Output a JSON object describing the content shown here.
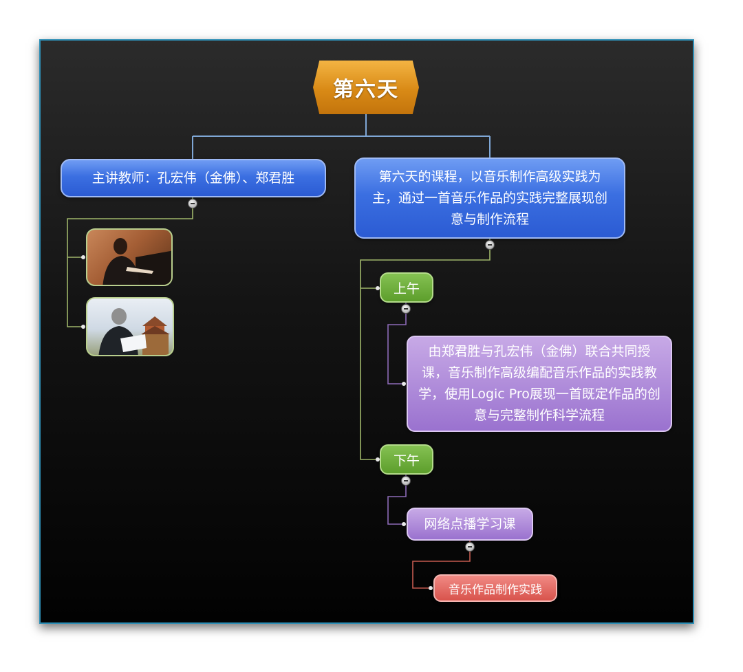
{
  "root": {
    "label": "第六天"
  },
  "teacher": {
    "label": "主讲教师：孔宏伟（金佛）、郑君胜"
  },
  "course": {
    "label": "第六天的课程，以音乐制作高级实践为主，通过一首音乐作品的实践完整展现创意与制作流程"
  },
  "morning": {
    "label": "上午",
    "description": "由郑君胜与孔宏伟（金佛）联合共同授课，音乐制作高级编配音乐作品的实践教学，使用Logic Pro展现一首既定作品的创意与完整制作科学流程"
  },
  "afternoon": {
    "label": "下午",
    "online": "网络点播学习课",
    "practice": "音乐作品制作实践"
  },
  "colors": {
    "root": "#d98a16",
    "blue_node": "#3b6fe1",
    "green_node": "#5d9e2c",
    "purple_node": "#9a72cf",
    "red_node": "#d8534c",
    "frame_border": "#2e8fb6"
  }
}
